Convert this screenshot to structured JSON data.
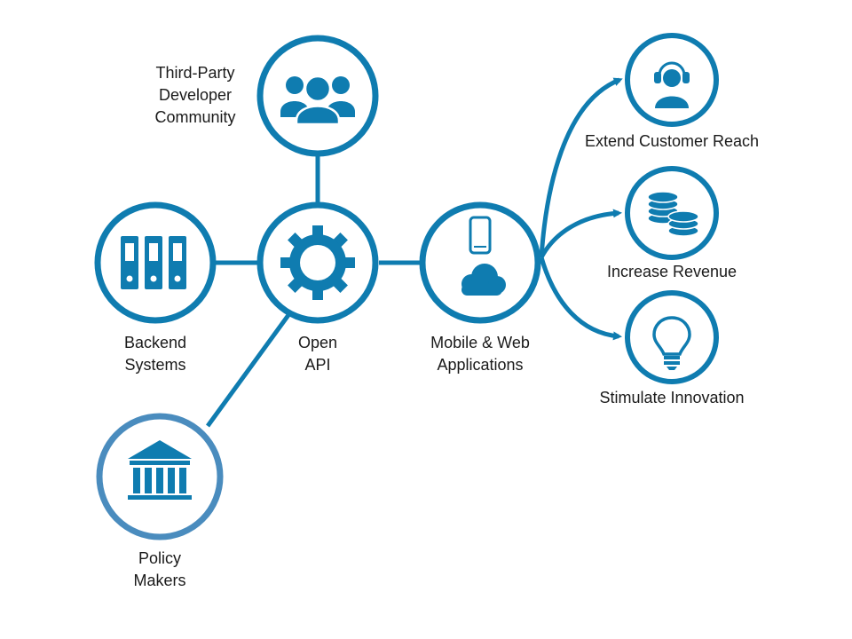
{
  "colors": {
    "primary": "#0f7cb0",
    "policy": "#4a8cbe",
    "background": "#ffffff",
    "text": "#1a1a1a"
  },
  "nodes": {
    "community": {
      "label_lines": [
        "Third-Party",
        "Developer",
        "Community"
      ],
      "icon": "people-group-icon"
    },
    "backend": {
      "label_lines": [
        "Backend",
        "Systems"
      ],
      "icon": "binders-icon"
    },
    "api": {
      "label_lines": [
        "Open",
        "API"
      ],
      "icon": "gear-icon"
    },
    "apps": {
      "label_lines": [
        "Mobile & Web",
        "Applications"
      ],
      "icon": "phone-cloud-icon"
    },
    "policy": {
      "label_lines": [
        "Policy",
        "Makers"
      ],
      "icon": "government-building-icon"
    }
  },
  "outcomes": [
    {
      "label": "Extend Customer Reach",
      "icon": "headset-person-icon"
    },
    {
      "label": "Increase Revenue",
      "icon": "coins-icon"
    },
    {
      "label": "Stimulate Innovation",
      "icon": "lightbulb-icon"
    }
  ]
}
